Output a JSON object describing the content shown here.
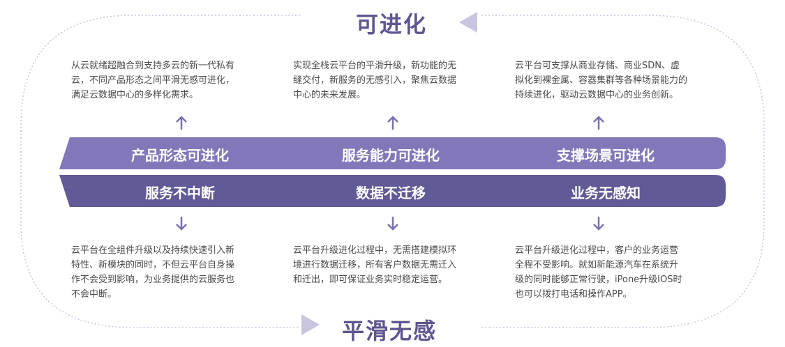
{
  "top_title": "可进化",
  "bottom_title": "平滑无感",
  "evolution": {
    "items": [
      {
        "label": "产品形态可进化",
        "text": [
          "从云就绪超融合到支持多云的新一代私有",
          "云，不同产品形态之间平滑无感可进化，",
          "满足云数据中心的多样化需求。"
        ]
      },
      {
        "label": "服务能力可进化",
        "text": [
          "实现全栈云平台的平滑升级，新功能的无",
          "缝交付，新服务的无感引入，聚焦云数据",
          "中心的未来发展。"
        ]
      },
      {
        "label": "支撑场景可进化",
        "text": [
          "云平台可支撑从商业存储、商业SDN、虚",
          "拟化到裸金属、容器集群等各种场景能力的",
          "持续进化，驱动云数据中心的业务创新。"
        ]
      }
    ]
  },
  "seamless": {
    "items": [
      {
        "label": "服务不中断",
        "text": [
          "云平台在全组件升级以及持续快速引入新",
          "特性、新模块的同时，不但云平台自身操",
          "作不会受到影响，为业务提供的云服务也",
          "不会中断。"
        ]
      },
      {
        "label": "数据不迁移",
        "text": [
          "云平台升级进化过程中，无需搭建模拟环",
          "境进行数据迁移，所有客户数据无需迁入",
          "和迁出，即可保证业务实时稳定运营。"
        ]
      },
      {
        "label": "业务无感知",
        "text": [
          "云平台升级进化过程中，客户的业务运营",
          "全程不受影响。就如新能源汽车在系统升",
          "级的同时能够正常行驶，iPone升级IOS时",
          "也可以拨打电话和操作APP。"
        ]
      }
    ]
  },
  "colors": {
    "band_top": "#8278b9",
    "band_top_light": "#c9c3e4",
    "band_bottom": "#625a96",
    "band_bottom_light": "#b8b1d9",
    "arrow": "#7a70b0",
    "frame": "#c9c4df",
    "title": "#5e5690"
  }
}
